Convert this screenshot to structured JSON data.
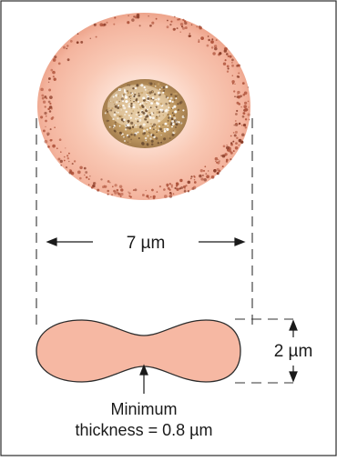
{
  "labels": {
    "diameter": "7 µm",
    "thickness": "2 µm",
    "minimum_line1": "Minimum",
    "minimum_line2": "thickness = 0.8 µm"
  },
  "colors": {
    "cell_fill": "#f6b8a3",
    "cell_center": "#fde6dc",
    "rim_speckle": "#b0553d",
    "center_tan": "#c7a168",
    "center_dark": "#6d4e32",
    "border": "#2b2b2b"
  }
}
